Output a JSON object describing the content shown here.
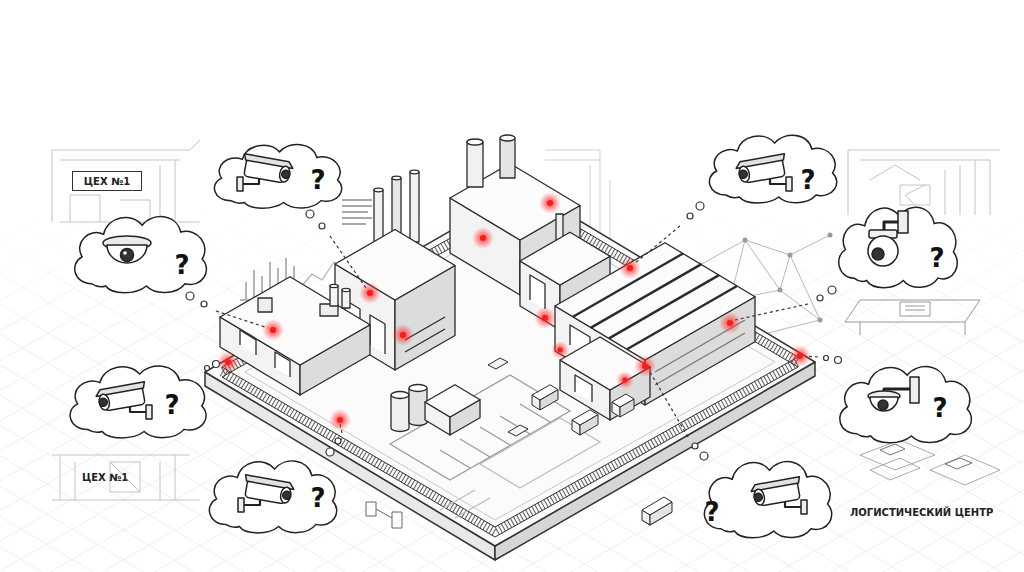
{
  "diagram": {
    "nodes": [
      {
        "text": [
          "ЦЕХ №1"
        ]
      },
      {
        "text": [
          "?"
        ]
      },
      {
        "text": [
          "?"
        ]
      },
      {
        "text": [
          "?"
        ]
      },
      {
        "text": [
          "?"
        ]
      },
      {
        "text": [
          "?"
        ]
      },
      {
        "text": [
          "?"
        ]
      },
      {
        "text": [
          "?"
        ]
      },
      {
        "text": [
          "?"
        ]
      }
    ],
    "labels": [
      "ЦЕХ №1",
      "ЛОГИСТИЧЕСКИЙ ЦЕНТР"
    ]
  }
}
